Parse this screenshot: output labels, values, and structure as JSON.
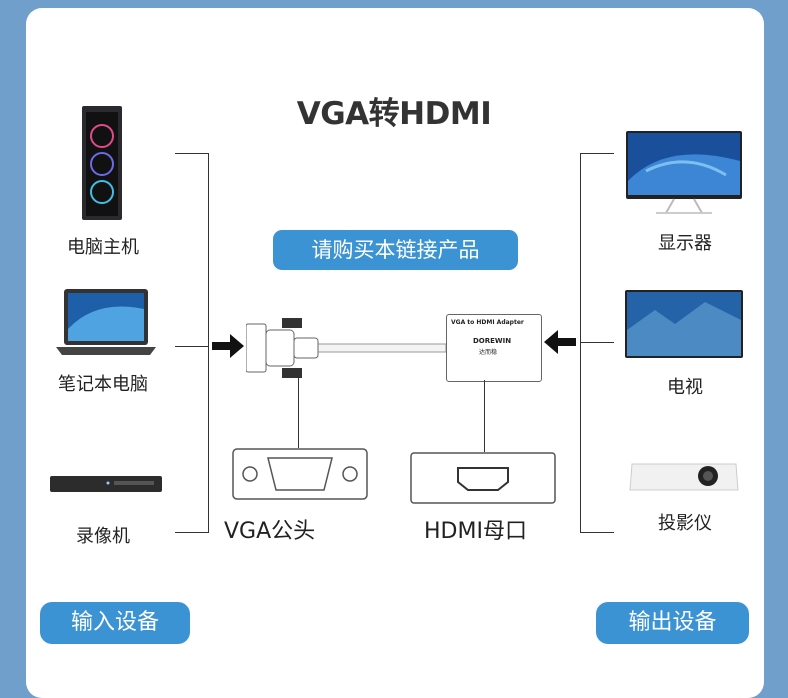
{
  "title": "VGA转HDMI",
  "buy_button": "请购买本链接产品",
  "input_badge": "输入设备",
  "output_badge": "输出设备",
  "input_devices": [
    {
      "label": "电脑主机",
      "icon": "desktop-tower-icon"
    },
    {
      "label": "笔记本电脑",
      "icon": "laptop-icon"
    },
    {
      "label": "录像机",
      "icon": "video-recorder-icon"
    }
  ],
  "output_devices": [
    {
      "label": "显示器",
      "icon": "monitor-icon"
    },
    {
      "label": "电视",
      "icon": "tv-icon"
    },
    {
      "label": "投影仪",
      "icon": "projector-icon"
    }
  ],
  "adapter": {
    "label_top": "VGA to HDMI Adapter",
    "brand": "DOREWIN",
    "brand_sub": "达而稳"
  },
  "vga_port_label": "VGA公头",
  "hdmi_port_label": "HDMI母口",
  "colors": {
    "accent": "#3b93d4",
    "background": "#6f9fca"
  }
}
